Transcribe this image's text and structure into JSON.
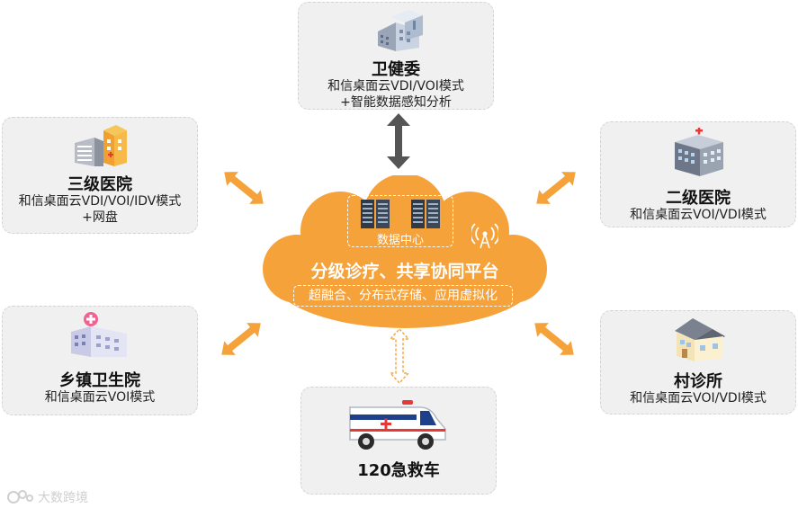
{
  "center": {
    "data_center_label": "数据中心",
    "platform_title": "分级诊疗、共享协同平台",
    "features": "超融合、分布式存储、应用虚拟化"
  },
  "nodes": {
    "health_commission": {
      "name": "卫健委",
      "desc_line1": "和信桌面云VDI/VOI模式",
      "desc_line2": "+智能数据感知分析"
    },
    "tertiary_hospital": {
      "name": "三级医院",
      "desc_line1": "和信桌面云VDI/VOI/IDV模式",
      "desc_line2": "+网盘"
    },
    "secondary_hospital": {
      "name": "二级医院",
      "desc_line1": "和信桌面云VOI/VDI模式"
    },
    "township_clinic": {
      "name": "乡镇卫生院",
      "desc_line1": "和信桌面云VOI模式"
    },
    "village_clinic": {
      "name": "村诊所",
      "desc_line1": "和信桌面云VOI/VDI模式"
    },
    "ambulance": {
      "name": "120急救车"
    }
  },
  "watermark": {
    "text": "大数跨境"
  },
  "colors": {
    "accent": "#f5a23a",
    "node_bg": "#f0f0f0",
    "link_dark": "#555555"
  }
}
